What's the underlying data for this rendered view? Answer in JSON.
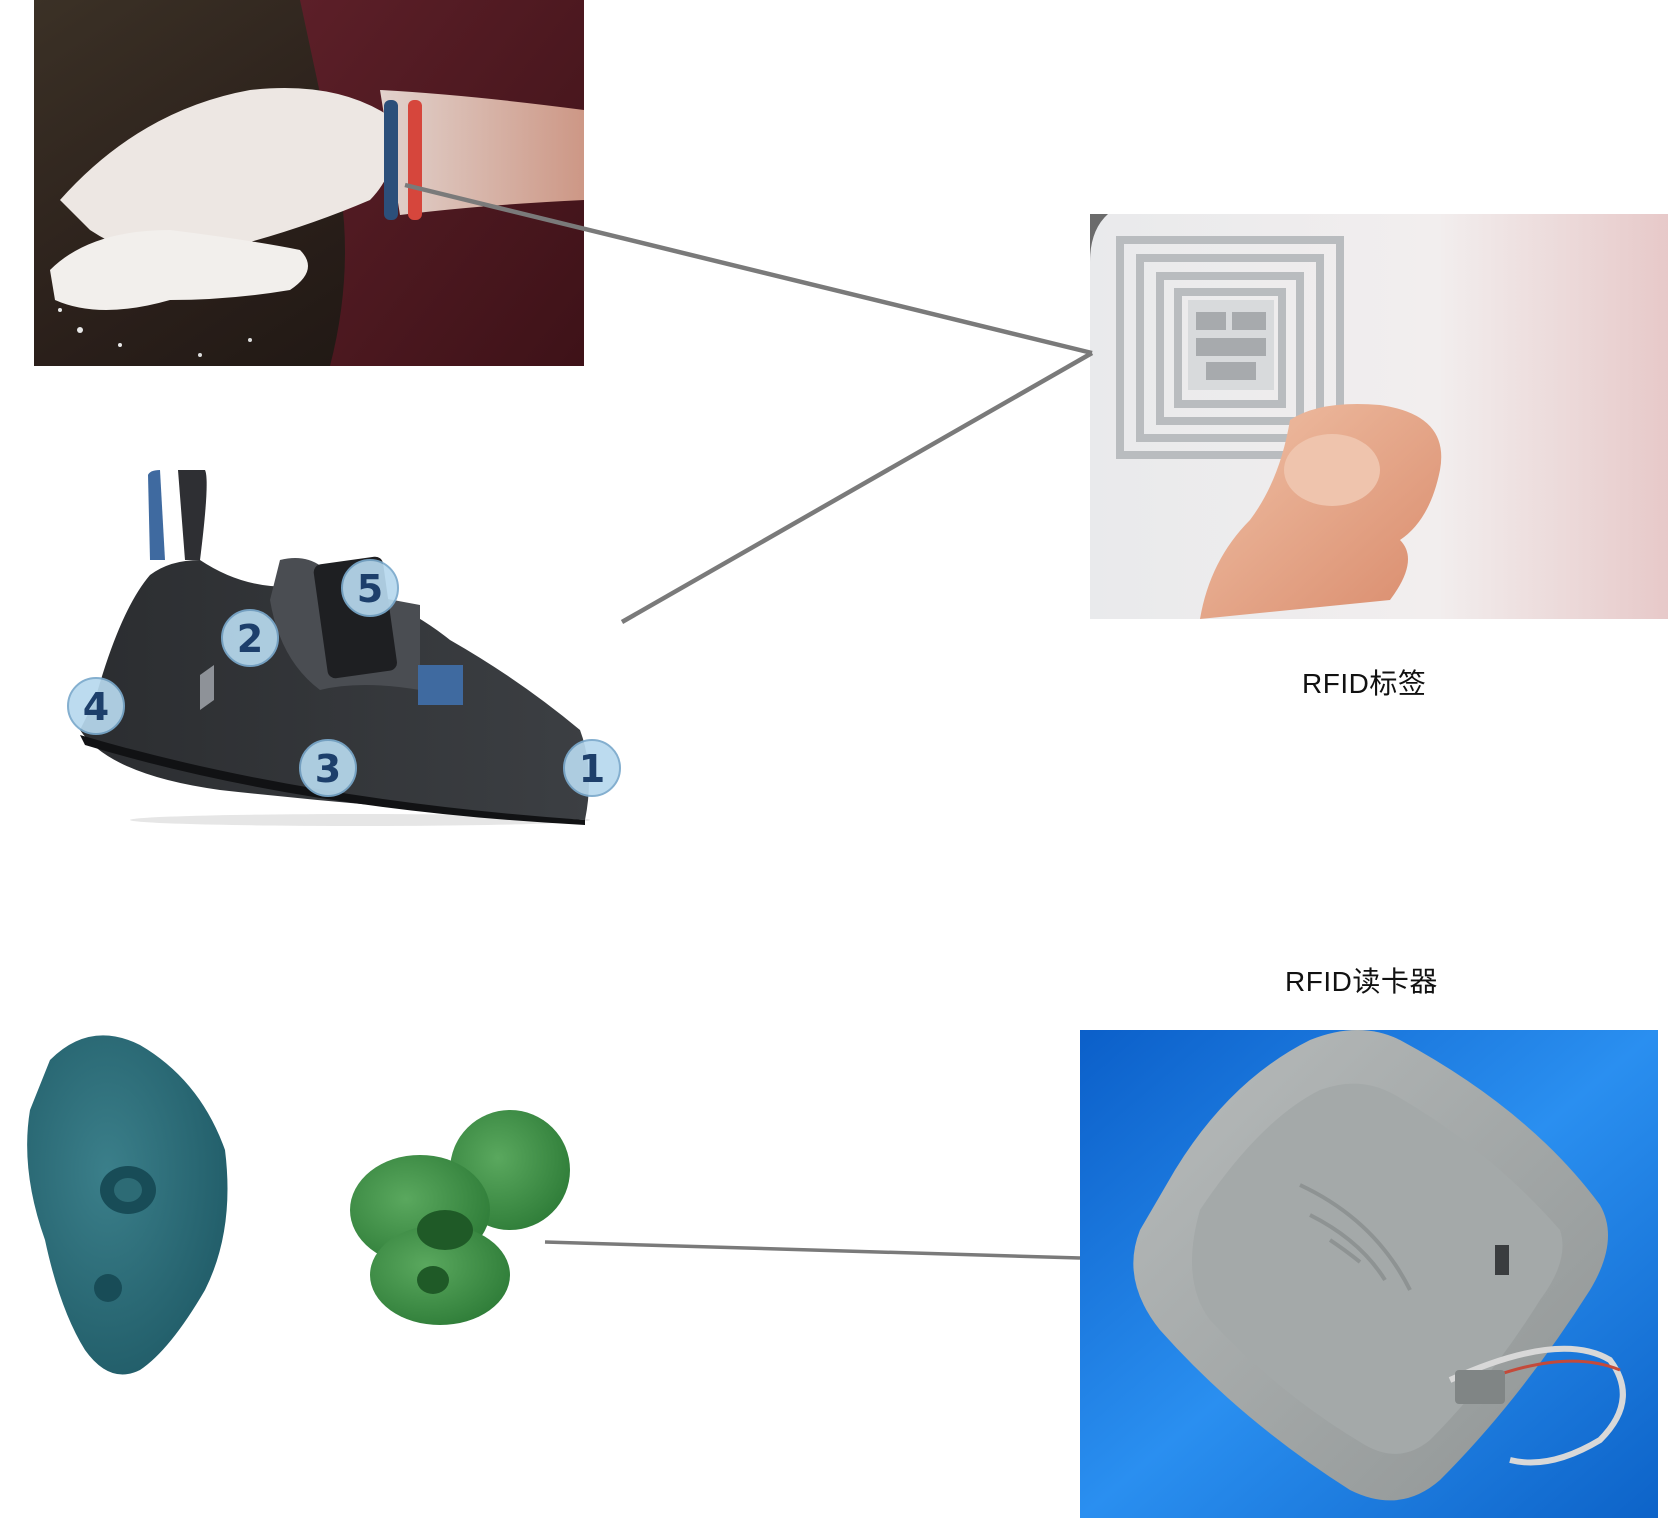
{
  "labels": {
    "rfid_tag": "RFID标签",
    "rfid_reader": "RFID读卡器"
  },
  "shoe_markers": [
    "1",
    "2",
    "3",
    "4",
    "5"
  ],
  "images": {
    "chalk_hands": "chalk-hands-with-wristbands-photo",
    "climbing_shoe": "climbing-shoe-photo",
    "rfid_tag": "rfid-tag-photo",
    "climbing_holds": "climbing-holds-photo",
    "rfid_reader": "rfid-reader-photo"
  },
  "colors": {
    "connector": "#7a7a7a",
    "marker_fill": "#b7d9ee",
    "marker_text": "#1d3f6b",
    "reader_bg": "#1f7fe0"
  }
}
